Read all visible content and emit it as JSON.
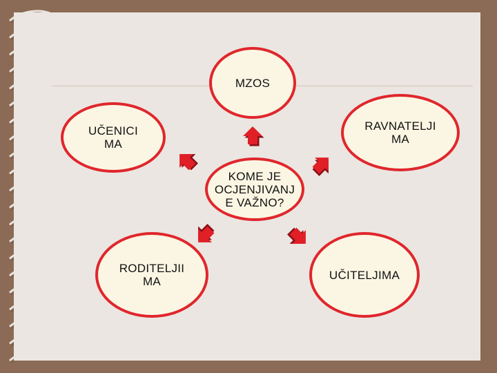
{
  "diagram": {
    "center": "KOME JE\nOCJENJIVANJ\nE VAŽNO?",
    "nodes": {
      "mzos": "MZOS",
      "ucenici": "UČENICI\nMA",
      "ravnatelji": "RAVNATELJI\nMA",
      "roditelji": "RODITELJII\nMA",
      "ucitelji": "UČITELJIMA"
    },
    "colors": {
      "node_border": "#e0262c",
      "node_fill": "#fbf6e3",
      "arrow": "#e01f27",
      "paper": "#ebe6e1",
      "background": "#8b6b55"
    }
  }
}
